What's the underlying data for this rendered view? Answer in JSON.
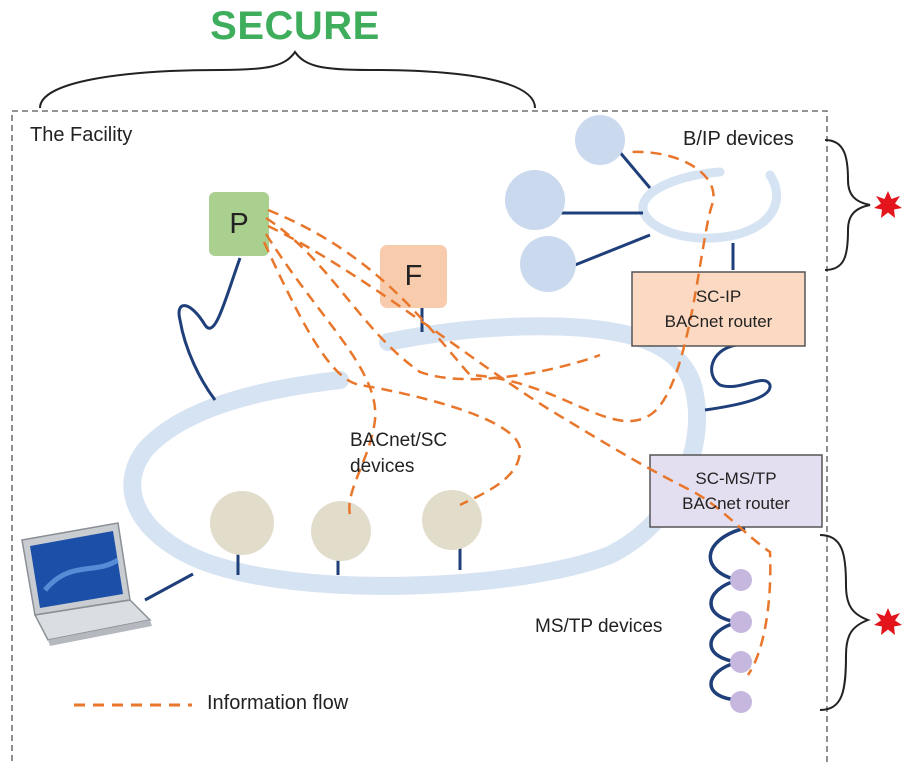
{
  "title": "SECURE",
  "facility_label": "The Facility",
  "bip_label": "B/IP devices",
  "bacnet_sc_label_line1": "BACnet/SC",
  "bacnet_sc_label_line2": "devices",
  "mstp_label": "MS/TP devices",
  "legend_label": "Information flow",
  "node_p_label": "P",
  "node_f_label": "F",
  "router_ip": {
    "line1": "SC-IP",
    "line2": "BACnet  router"
  },
  "router_mstp": {
    "line1": "SC-MS/TP",
    "line2": "BACnet  router"
  },
  "colors": {
    "title_green": "#3fae5c",
    "primary_hub_fill": "#a9d08e",
    "failover_hub_fill": "#f8cbad",
    "router_ip_fill": "#fbd9c2",
    "router_mstp_fill": "#e4dff0",
    "ring": "#d6e3f3",
    "bip_device": "#cbd9ee",
    "sc_device": "#e2dccb",
    "mstp_device": "#c5b7de",
    "wire": "#1f3f7a",
    "flow": "#e8762b",
    "alert": "#e3141b"
  },
  "icons": [
    "laptop-icon",
    "alert-burst-icon",
    "alert-burst-icon"
  ]
}
